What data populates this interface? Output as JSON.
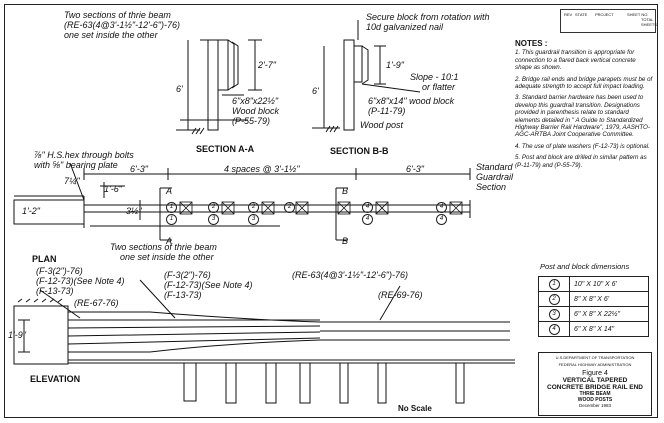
{
  "section_aa": {
    "title": "SECTION A-A",
    "callout": [
      "Two sections of thrie beam",
      "(RE-63(4@3'-1½\"-12'-6\")-76)",
      "one set inside the other"
    ],
    "height": "2'-7\"",
    "height2": "6'",
    "block": [
      "6\"x8\"x22½\"",
      "Wood block",
      "(P-55-79)"
    ]
  },
  "section_bb": {
    "title": "SECTION B-B",
    "callout": [
      "Secure block from rotation with",
      "10d galvanized nail"
    ],
    "height": "1'-9\"",
    "height2": "6'",
    "slope": [
      "Slope - 10:1",
      "or flatter"
    ],
    "block": [
      "6\"x8\"x14\" wood block",
      "(P-11-79)"
    ],
    "post": "Wood post"
  },
  "plan": {
    "title": "PLAN",
    "bolts": [
      "⅞\" H.S.hex through bolts",
      "with ⅝\" bearing plate"
    ],
    "dims": {
      "left_span": "6'-3\"",
      "middle_span": "4 spaces @ 3'-1½\"",
      "right_span": "6'-3\"",
      "d_7_1_4": "7¼\"",
      "d_1_6": "1'-6\"",
      "d_1_2": "1'-2\"",
      "d_3_1_2": "3½\""
    },
    "standard": [
      "Standard",
      "Guardrail",
      "Section"
    ],
    "thrie": [
      "Two sections of thrie beam",
      "one set inside the other"
    ],
    "cut_a": "A",
    "cut_b": "B",
    "post_numbers": [
      "1",
      "1",
      "2",
      "2",
      "2",
      "3",
      "3",
      "4",
      "4",
      "4",
      "4"
    ]
  },
  "elevation": {
    "title": "ELEVATION",
    "left_notes": [
      "(F-3(2\")-76)",
      "(F-12-73)(See Note 4)",
      "(F-13-73)"
    ],
    "left_rail": "(RE-67-76)",
    "mid_notes": [
      "(F-3(2\")-76)",
      "(F-12-73)(See Note 4)",
      "(F-13-73)"
    ],
    "right_top": "(RE-63(4@3'-1½\"-12'-6\")-76)",
    "right_rail": "(RE-69-76)",
    "height": "1'-9\"",
    "scale": "No Scale"
  },
  "notes": {
    "heading": "NOTES :",
    "items": [
      "1. This guardrail transition is appropriate for connection to a flared back vertical concrete shape as shown.",
      "2. Bridge rail ends and bridge parapets must be of adequate strength to accept full impact loading.",
      "3. Standard barrier hardware has been used to develop this guardrail transition. Designations provided in parenthesis relate to standard elements detailed in \" A Guide to Standardized Highway Barrier Rail Hardware\", 1979, AASHTO-AGC-ARTBA Joint Cooperative Committee.",
      "4. The use of plate washers (F-12-73) is optional.",
      "5. Post and block are drilled in similar pattern as (P-11-79) and (P-55-79)."
    ]
  },
  "revision_block": [
    "REV",
    "STATE",
    "PROJECT",
    "SHEET NO.",
    "TOTAL SHEETS"
  ],
  "post_block": {
    "title": "Post and block dimensions",
    "rows": [
      {
        "id": "1",
        "dims": "10\" X 10\" X 6'"
      },
      {
        "id": "2",
        "dims": "8\" X 8\" X 6'"
      },
      {
        "id": "3",
        "dims": "6\" X 8\" X 22½\""
      },
      {
        "id": "4",
        "dims": "6\" X 8\" X 14\""
      }
    ]
  },
  "title_block": {
    "agency": [
      "U.S.DEPARTMENT OF TRANSPORTATION",
      "FEDERAL HIGHWAY ADMINISTRATION"
    ],
    "figure": "Figure 4",
    "title": [
      "VERTICAL TAPERED",
      "CONCRETE BRIDGE RAIL END"
    ],
    "sub": [
      "THRIE BEAM",
      "WOOD POSTS"
    ],
    "date": "December 1983"
  }
}
